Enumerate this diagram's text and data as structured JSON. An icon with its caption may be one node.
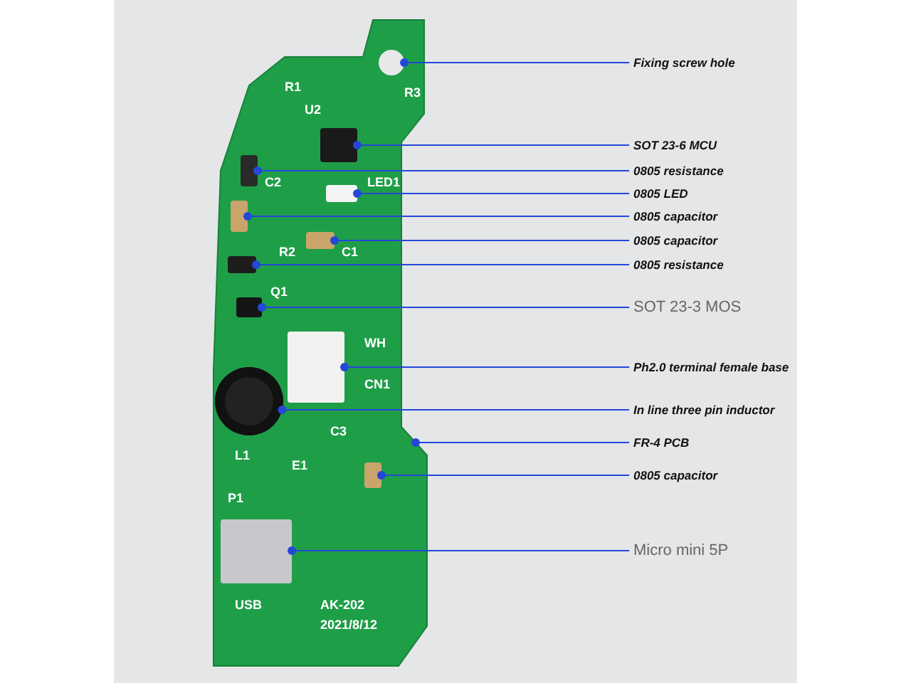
{
  "diagram": {
    "nodes": [
      {
        "text": [
          "Fixing screw hole"
        ]
      },
      {
        "text": [
          "SOT 23-6 MCU"
        ]
      },
      {
        "text": [
          "0805 resistance"
        ]
      },
      {
        "text": [
          "0805 LED"
        ]
      },
      {
        "text": [
          "0805 capacitor"
        ]
      },
      {
        "text": [
          "0805 capacitor"
        ]
      },
      {
        "text": [
          "0805 resistance"
        ]
      },
      {
        "text": [
          "SOT 23-3 MOS"
        ]
      },
      {
        "text": [
          "Ph2.0 terminal female base"
        ]
      },
      {
        "text": [
          "In line three pin inductor"
        ]
      },
      {
        "text": [
          "FR-4 PCB"
        ]
      },
      {
        "text": [
          "0805 capacitor"
        ]
      },
      {
        "text": [
          "Micro mini 5P"
        ]
      },
      {
        "text": [],
        "shape": "box"
      },
      {
        "text": [],
        "shape": "circle",
        "in": 13
      },
      {
        "text": [],
        "shape": "box",
        "in": 13
      },
      {
        "text": [],
        "shape": "box",
        "in": 13
      },
      {
        "text": [],
        "shape": "box",
        "in": 13
      },
      {
        "text": [],
        "shape": "box",
        "in": 13
      },
      {
        "text": [],
        "shape": "box",
        "in": 13
      },
      {
        "text": [],
        "shape": "box",
        "in": 13
      },
      {
        "text": [],
        "shape": "box",
        "in": 13
      },
      {
        "text": [],
        "shape": "box",
        "in": 13
      },
      {
        "text": [],
        "shape": "circle",
        "in": 13
      },
      {
        "text": [],
        "shape": "box",
        "in": 13
      },
      {
        "text": [],
        "shape": "box",
        "in": 13
      }
    ],
    "edges": [
      {
        "from": 0,
        "to": 14,
        "arrow": "other"
      },
      {
        "from": 1,
        "to": 15,
        "arrow": "other"
      },
      {
        "from": 2,
        "to": 16,
        "arrow": "other"
      },
      {
        "from": 3,
        "to": 17,
        "arrow": "other"
      },
      {
        "from": 4,
        "to": 18,
        "arrow": "other"
      },
      {
        "from": 5,
        "to": 19,
        "arrow": "other"
      },
      {
        "from": 6,
        "to": 20,
        "arrow": "other"
      },
      {
        "from": 7,
        "to": 21,
        "arrow": "other"
      },
      {
        "from": 8,
        "to": 22,
        "arrow": "other"
      },
      {
        "from": 9,
        "to": 23,
        "arrow": "other"
      },
      {
        "from": 10,
        "to": 13,
        "arrow": "other"
      },
      {
        "from": 11,
        "to": 24,
        "arrow": "other"
      },
      {
        "from": 12,
        "to": 25,
        "arrow": "other"
      }
    ],
    "labels": [
      "R1",
      "R3",
      "U2",
      "C2",
      "LED1",
      "R2",
      "C1",
      "Q1",
      "WH",
      "CN1",
      "C3",
      "L1",
      "E1",
      "P1",
      "USB",
      "AK-202",
      "2021/8/12"
    ]
  }
}
